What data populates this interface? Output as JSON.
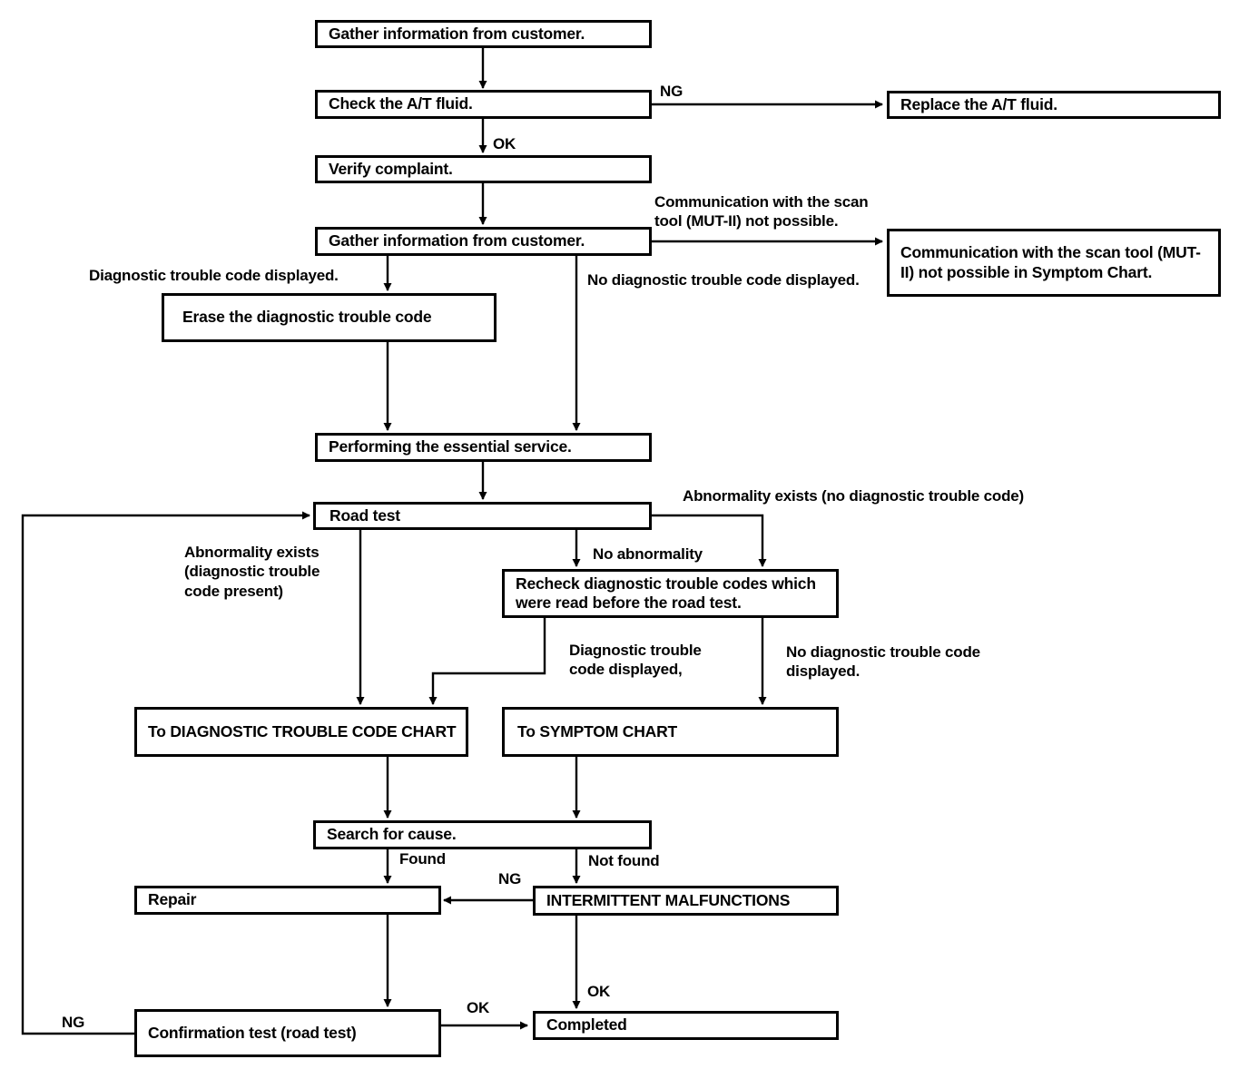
{
  "diagram": {
    "nodes": {
      "gather1": "Gather information from customer.",
      "check_fluid": "Check the A/T fluid.",
      "replace_fluid": "Replace the A/T fluid.",
      "verify": "Verify complaint.",
      "gather2": "Gather information from customer.",
      "comm_symptom": "Communication with the scan tool (MUT-II) not possible in Symptom Chart.",
      "erase": "Erase the diagnostic trouble code",
      "essential": "Performing the essential service.",
      "road_test": "Road test",
      "recheck": "Recheck diagnostic trouble codes which were read before the road test.",
      "to_dtc_chart": "To DIAGNOSTIC TROUBLE CODE CHART",
      "to_symptom_chart": "To SYMPTOM CHART",
      "search_cause": "Search for cause.",
      "repair": "Repair",
      "intermittent": "INTERMITTENT MALFUNCTIONS",
      "confirmation": "Confirmation test (road test)",
      "completed": "Completed"
    },
    "labels": {
      "ng_fluid": "NG",
      "ok_fluid": "OK",
      "comm_not_possible": "Communication with the scan tool (MUT-II) not possible.",
      "dtc_displayed": "Diagnostic trouble code displayed.",
      "no_dtc_displayed": "No diagnostic trouble code displayed.",
      "abnormality_no_dtc": "Abnormality exists (no diagnostic trouble code)",
      "abnormality_dtc_present": "Abnormality exists (diagnostic trouble code present)",
      "no_abnormality": "No abnormality",
      "dtc_displayed_2": "Diagnostic trouble code displayed,",
      "no_dtc_displayed_2": "No diagnostic trouble code displayed.",
      "found": "Found",
      "not_found": "Not found",
      "ng_intermittent": "NG",
      "ok_intermittent": "OK",
      "ok_confirmation": "OK",
      "ng_confirmation": "NG"
    },
    "colors": {
      "ink": "#000000",
      "paper": "#ffffff"
    }
  }
}
